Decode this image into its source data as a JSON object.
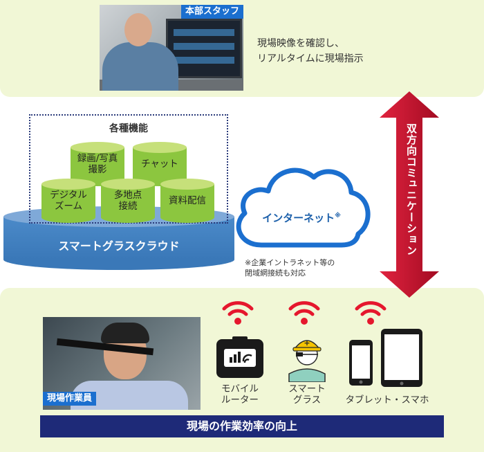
{
  "headquarters": {
    "tag": "本部スタッフ",
    "desc_line1": "現場映像を確認し、",
    "desc_line2": "リアルタイムに現場指示"
  },
  "cloud_platform": {
    "features_title": "各種機能",
    "features": [
      {
        "line1": "録画/写真",
        "line2": "撮影"
      },
      {
        "line1": "チャット",
        "line2": ""
      },
      {
        "line1": "デジタル",
        "line2": "ズーム"
      },
      {
        "line1": "多地点",
        "line2": "接続"
      },
      {
        "line1": "資料配信",
        "line2": ""
      }
    ],
    "platform_label": "スマートグラスクラウド"
  },
  "network": {
    "label": "インターネット",
    "mark": "※",
    "note_line1": "※企業イントラネット等の",
    "note_line2": "閉域網接続も対応"
  },
  "communication": {
    "label": "双方向コミュニケーション"
  },
  "field": {
    "tag": "現場作業員",
    "devices": [
      {
        "line1": "モバイル",
        "line2": "ルーター"
      },
      {
        "line1": "スマート",
        "line2": "グラス"
      },
      {
        "line1": "タブレット・スマホ",
        "line2": ""
      }
    ],
    "banner": "現場の作業効率の向上"
  },
  "colors": {
    "panel_bg": "#f1f7d6",
    "tag_blue": "#1b6fcf",
    "cylinder_green": "#8cc63f",
    "platform_blue": "#3a78b8",
    "arrow_red": "#c8102e",
    "wifi_red": "#e5172d",
    "banner_navy": "#1e2a78"
  },
  "icons": [
    "router-icon",
    "smart-glasses-worker-icon",
    "smartphone-icon",
    "tablet-icon",
    "wifi-icon",
    "cloud-icon"
  ]
}
